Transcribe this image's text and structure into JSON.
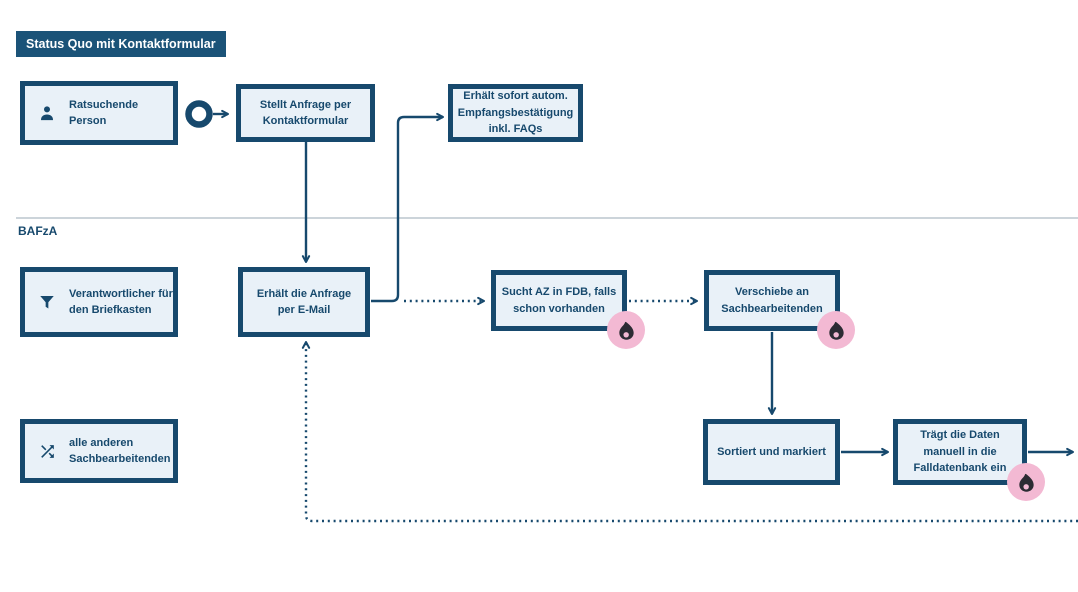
{
  "diagram": {
    "title": "Status Quo mit Kontaktformular",
    "lane2_label": "BAFzA"
  },
  "actors": [
    {
      "label": "Ratsuchende Person",
      "icon": "person-icon"
    },
    {
      "label": "Verantwortlicher für den Briefkasten",
      "icon": "filter-icon"
    },
    {
      "label": "alle anderen Sachbearbeitenden",
      "icon": "shuffle-icon"
    }
  ],
  "steps": [
    {
      "label": "Stellt Anfrage per Kontaktformular",
      "pain_point": false
    },
    {
      "label": "Erhält sofort autom. Empfangsbestätigung inkl. FAQs",
      "pain_point": false
    },
    {
      "label": "Erhält die Anfrage per E-Mail",
      "pain_point": false
    },
    {
      "label": "Sucht AZ in FDB, falls schon vorhanden",
      "pain_point": true
    },
    {
      "label": "Verschiebe an Sachbearbeitenden",
      "pain_point": true
    },
    {
      "label": "Sortiert und markiert",
      "pain_point": false
    },
    {
      "label": "Trägt die Daten manuell in die Falldatenbank ein",
      "pain_point": true
    }
  ],
  "symbols": {
    "start_event": "start-circle-icon",
    "pain_point": "fire-icon"
  },
  "colors": {
    "navy": "#17496d",
    "title_bg": "#1b5378",
    "box_fill": "#e9f1f8",
    "pain_pink": "#f3b9d3",
    "flame_dark": "#2c2b33",
    "lane_divider": "#ccd4da",
    "background": "#ffffff"
  }
}
